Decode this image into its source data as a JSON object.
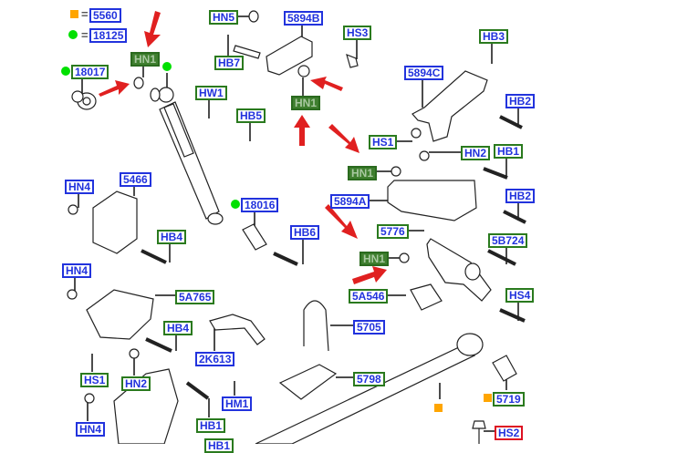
{
  "legend": [
    {
      "marker": "orange-square",
      "color": "#ffa500",
      "equals": "=",
      "part": "5560"
    },
    {
      "marker": "green-dot",
      "color": "#00e000",
      "equals": "=",
      "part": "18125"
    }
  ],
  "labels": {
    "hn1_a": "HN1",
    "hn1_b": "HN1",
    "hn1_c": "HN1",
    "hn1_d": "HN1",
    "p18017": "18017",
    "hn5": "HN5",
    "hb7": "HB7",
    "p5894b": "5894B",
    "hs3": "HS3",
    "hw1": "HW1",
    "hb5": "HB5",
    "hb3": "HB3",
    "p5894c": "5894C",
    "hb2_a": "HB2",
    "hs1_a": "HS1",
    "hn2_a": "HN2",
    "hb1_a": "HB1",
    "p5894a": "5894A",
    "hb2_b": "HB2",
    "p5776": "5776",
    "p5b724": "5B724",
    "p5a546": "5A546",
    "hs4": "HS4",
    "hn4_a": "HN4",
    "p5466": "5466",
    "hb4_a": "HB4",
    "p18016": "18016",
    "hb6": "HB6",
    "hn4_b": "HN4",
    "p5a765": "5A765",
    "hb4_b": "HB4",
    "p2k613": "2K613",
    "hs1_b": "HS1",
    "hn2_b": "HN2",
    "hm1": "HM1",
    "hn4_c": "HN4",
    "hb1_b": "HB1",
    "hb1_c": "HB1",
    "p5705": "5705",
    "p5798": "5798",
    "p5719": "5719",
    "hs2": "HS2"
  },
  "colors": {
    "label_text": "#2233dd",
    "border_green": "#2a7a1e",
    "border_blue": "#2233dd",
    "border_red": "#dd1122",
    "highlight_fill": "#3f7f2f",
    "arrow": "#e02020"
  }
}
